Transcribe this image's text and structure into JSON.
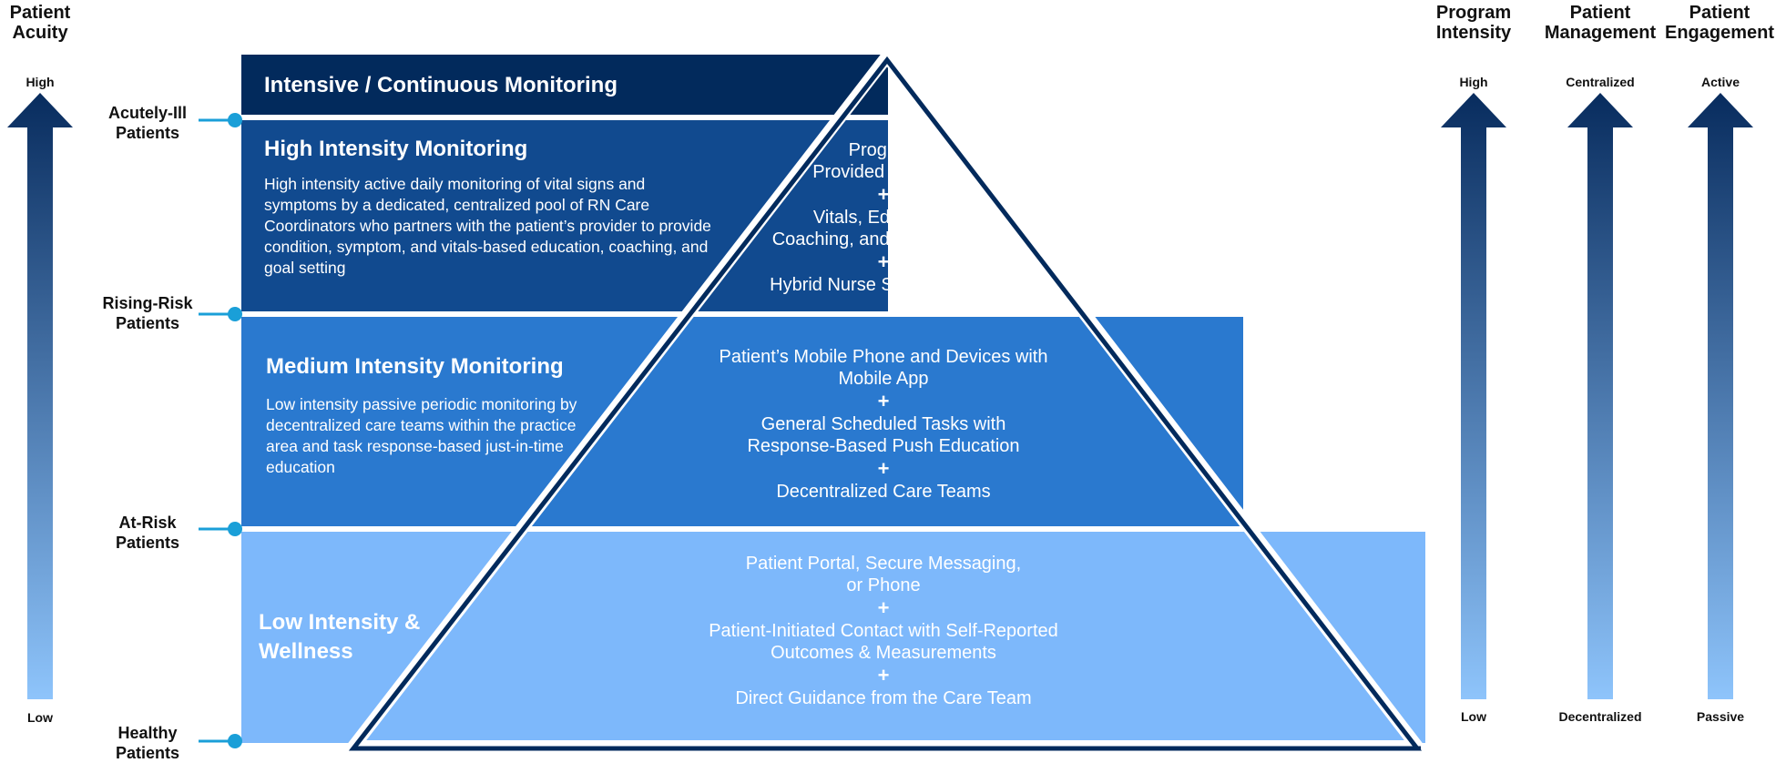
{
  "left_axis": {
    "title": "Patient\nAcuity",
    "high": "High",
    "low": "Low"
  },
  "risk_levels": [
    {
      "label": "Acutely-Ill\nPatients"
    },
    {
      "label": "Rising-Risk\nPatients"
    },
    {
      "label": "At-Risk\nPatients"
    },
    {
      "label": "Healthy\nPatients"
    }
  ],
  "bands": [
    {
      "title": "Intensive / Continuous Monitoring",
      "description": ""
    },
    {
      "title": "High Intensity Monitoring",
      "description": "High intensity active daily monitoring of vital signs and symptoms by a dedicated, centralized pool of RN Care Coordinators who partners with the patient’s provider to provide condition, symptom, and vitals-based education, coaching, and goal setting"
    },
    {
      "title": "Medium Intensity Monitoring",
      "description": "Low intensity passive periodic monitoring by decentralized care teams within the practice area and task response-based just-in-time education"
    },
    {
      "title": "Low Intensity &\nWellness",
      "description": ""
    }
  ],
  "pyramid_tiers": [
    {
      "items": [
        "Program\nProvided Devices",
        "Vitals, Education,\nCoaching, and Goal Setting",
        "Hybrid Nurse Staffing Model"
      ]
    },
    {
      "items": [
        "Patient’s Mobile Phone and Devices with\nMobile App",
        "General Scheduled Tasks with\nResponse-Based Push Education",
        "Decentralized Care Teams"
      ]
    },
    {
      "items": [
        "Patient Portal, Secure Messaging,\nor Phone",
        "Patient-Initiated Contact with Self-Reported\nOutcomes & Measurements",
        "Direct Guidance from the Care Team"
      ]
    }
  ],
  "plus_symbol": "+",
  "right_axes": [
    {
      "title": "Program\nIntensity",
      "top": "High",
      "bottom": "Low"
    },
    {
      "title": "Patient\nManagement",
      "top": "Centralized",
      "bottom": "Decentralized"
    },
    {
      "title": "Patient\nEngagement",
      "top": "Active",
      "bottom": "Passive"
    }
  ],
  "colors": {
    "band1": "#022a5c",
    "band2": "#114a8f",
    "band3": "#2a79cf",
    "band4": "#7db8fb",
    "connector": "#1a9fd8",
    "arrow_top": "#082c5e",
    "arrow_bottom": "#8ec4fb"
  }
}
